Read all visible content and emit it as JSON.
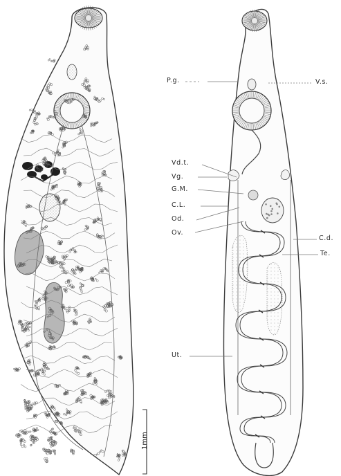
{
  "labels": {
    "pg": "P.g.",
    "vs": "V.s.",
    "vdt": "Vd.t.",
    "vg": "Vg.",
    "gm": "G.M.",
    "cl": "C.L.",
    "od": "Od.",
    "ov": "Ov.",
    "cd": "C.d.",
    "te": "Te.",
    "ut": "Ut."
  },
  "scale_bar": "1mm",
  "colors": {
    "ink": "#3a3a3a",
    "vitellaria": "#222222",
    "testis_fill": "#b7b7b7"
  }
}
